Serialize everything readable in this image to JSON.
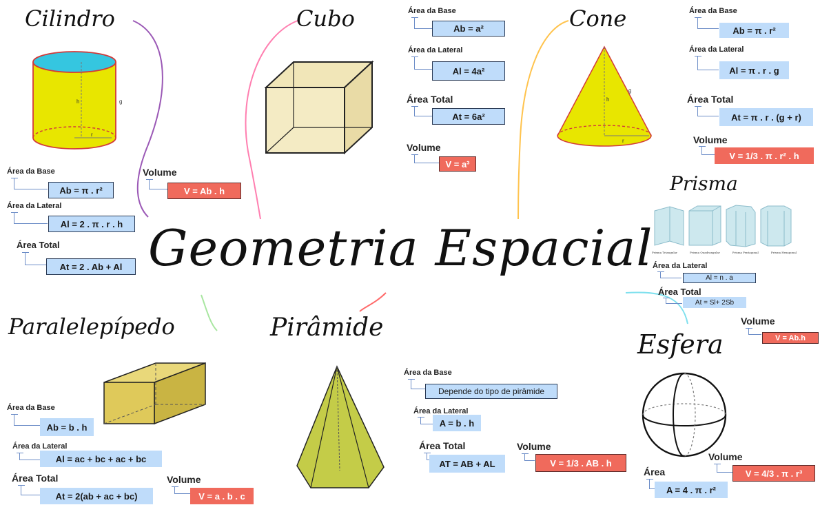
{
  "main_title": "Geometria Espacial",
  "cilindro": {
    "title": "Cilindro",
    "area_base_label": "Área da Base",
    "area_base_formula": "Ab = π . r²",
    "area_lateral_label": "Área da Lateral",
    "area_lateral_formula": "Al = 2 . π . r . h",
    "area_total_label": "Área Total",
    "area_total_formula": "At = 2 . Ab + Al",
    "volume_label": "Volume",
    "volume_formula": "V = Ab . h",
    "fig_labels": {
      "h": "h",
      "g": "g",
      "r": "r"
    }
  },
  "cubo": {
    "title": "Cubo",
    "area_base_label": "Área da Base",
    "area_base_formula": "Ab = a²",
    "area_lateral_label": "Área da Lateral",
    "area_lateral_formula": "Al = 4a²",
    "area_total_label": "Área Total",
    "area_total_formula": "At = 6a²",
    "volume_label": "Volume",
    "volume_formula": "V = a³"
  },
  "cone": {
    "title": "Cone",
    "area_base_label": "Área da Base",
    "area_base_formula": "Ab = π . r²",
    "area_lateral_label": "Área da Lateral",
    "area_lateral_formula": "Al = π . r . g",
    "area_total_label": "Área Total",
    "area_total_formula": "At = π . r . (g + r)",
    "volume_label": "Volume",
    "volume_formula": "V = 1/3 . π . r² . h",
    "fig_labels": {
      "h": "h",
      "g": "g",
      "r": "r"
    }
  },
  "prisma": {
    "title": "Prisma",
    "captions": [
      "Prisma Triangular",
      "Prisma Quadrangular",
      "Prisma Pentagonal",
      "Prisma Hexagonal"
    ],
    "area_lateral_label": "Área da Lateral",
    "area_lateral_formula": "Al = n . a",
    "area_total_label": "Área Total",
    "area_total_formula": "At = Sl+ 2Sb",
    "volume_label": "Volume",
    "volume_formula": "V = Ab.h"
  },
  "paralelepipedo": {
    "title": "Paralelepípedo",
    "area_base_label": "Área da Base",
    "area_base_formula": "Ab = b . h",
    "area_lateral_label": "Área da Lateral",
    "area_lateral_formula": "Al = ac + bc + ac + bc",
    "area_total_label": "Área Total",
    "area_total_formula": "At = 2(ab + ac + bc)",
    "volume_label": "Volume",
    "volume_formula": "V = a . b . c"
  },
  "piramide": {
    "title": "Pirâmide",
    "area_base_label": "Área da Base",
    "area_base_formula": "Depende do tipo de pirâmide",
    "area_lateral_label": "Área da Lateral",
    "area_lateral_formula": "A = b . h",
    "area_total_label": "Área Total",
    "area_total_formula": "AT = AB + AL",
    "volume_label": "Volume",
    "volume_formula": "V = 1/3 . AB . h"
  },
  "esfera": {
    "title": "Esfera",
    "area_label": "Área",
    "area_formula": "A = 4 . π . r²",
    "volume_label": "Volume",
    "volume_formula": "V = 4/3 . π . r³"
  },
  "colors": {
    "formula_bg": "#bfdcfa",
    "volume_bg": "#f06a5c",
    "solid_yellow": "#e8e600",
    "cube_beige": "#f4ebc4",
    "prism_cyan": "#cde8ee"
  }
}
